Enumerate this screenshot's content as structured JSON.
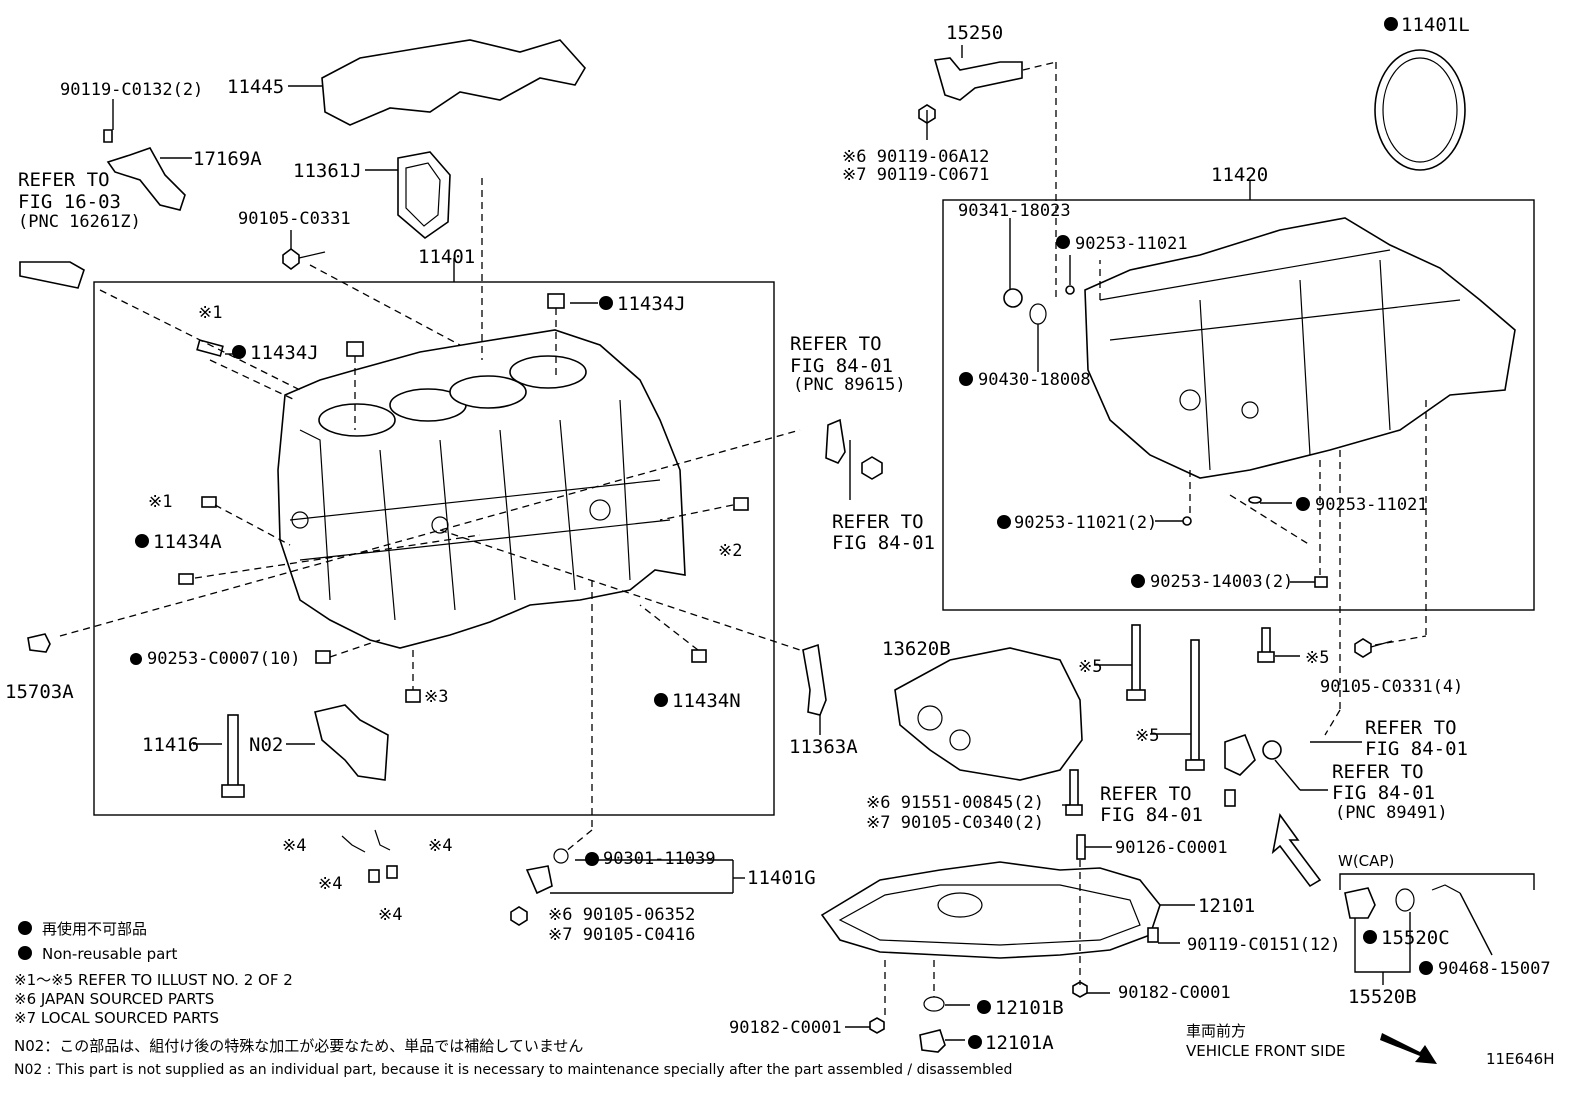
{
  "labels": {
    "l11445": "11445",
    "l90119c0132": "90119-C0132(2)",
    "l17169a": "17169A",
    "refer1603": "REFER TO",
    "refer1603b": "FIG 16-03",
    "refer1603c": "(PNC 16261Z)",
    "l11361j": "11361J",
    "l90105c0331": "90105-C0331",
    "l11401": "11401",
    "l11434j_a": "11434J",
    "l11434j_b": "11434J",
    "x1a": "※1",
    "x1b": "※1",
    "l11434a": "11434A",
    "x2": "※2",
    "l15703a": "15703A",
    "l90253c0007": "90253-C0007(10)",
    "x3": "※3",
    "l11434n": "11434N",
    "l11416": "11416",
    "n02": "N02",
    "l11363a": "11363A",
    "refer8401a": "REFER TO",
    "refer8401a2": "FIG 84-01",
    "refer8401a3": "(PNC 89615)",
    "refer8401b": "REFER TO",
    "refer8401b2": "FIG 84-01",
    "x4a": "※4",
    "x4b": "※4",
    "x4c": "※4",
    "x4d": "※4",
    "l90301": "90301-11039",
    "l11401g": "11401G",
    "l90105_06352": "※6 90105-06352",
    "l90105_c0416": "※7 90105-C0416",
    "l15250": "15250",
    "l90119_06a12": "※6 90119-06A12",
    "l90119_c0671": "※7 90119-C0671",
    "l11401l": "11401L",
    "l11420": "11420",
    "l90341": "90341-18023",
    "l90253_11021a": "90253-11021",
    "l90430": "90430-18008",
    "l90253_11021b": "90253-11021(2)",
    "l90253_11021c": "90253-11021",
    "l90253_14003": "90253-14003(2)",
    "l13620b": "13620B",
    "x5a": "※5",
    "x5b": "※5",
    "x5c": "※5",
    "l90105c0331_4": "90105-C0331(4)",
    "refer8401c": "REFER TO",
    "refer8401c2": "FIG 84-01",
    "refer8401d": "REFER TO",
    "refer8401d2": "FIG 84-01",
    "refer8401d3": "(PNC 89491)",
    "l91551": "※6 91551-00845(2)",
    "l90105c0340": "※7 90105-C0340(2)",
    "refer8401e": "REFER TO",
    "refer8401e2": "FIG 84-01",
    "l90126": "90126-C0001",
    "l12101": "12101",
    "l90119c0151": "90119-C0151(12)",
    "l90182a": "90182-C0001",
    "l90182b": "90182-C0001",
    "l12101b": "12101B",
    "l12101a": "12101A",
    "wcap": "W(CAP)",
    "l15520c": "15520C",
    "l90468": "90468-15007",
    "l15520b": "15520B",
    "front_jp": "車両前方",
    "front_en": "VEHICLE FRONT SIDE",
    "code": "11E646H"
  },
  "legend": {
    "jp_nonreuse": "再使用不可部品",
    "en_nonreuse": "Non-reusable part",
    "refer": "※1～※5  REFER TO ILLUST NO. 2 OF 2",
    "japan": "※6 JAPAN SOURCED PARTS",
    "local": "※7 LOCAL SOURCED PARTS",
    "n02_jp": "N02：この部品は、組付け後の特殊な加工が必要なため、単品では補給していません",
    "n02_en": "N02 : This part is not supplied as an individual part, because it is necessary to maintenance specially after the part assembled / disassembled"
  }
}
